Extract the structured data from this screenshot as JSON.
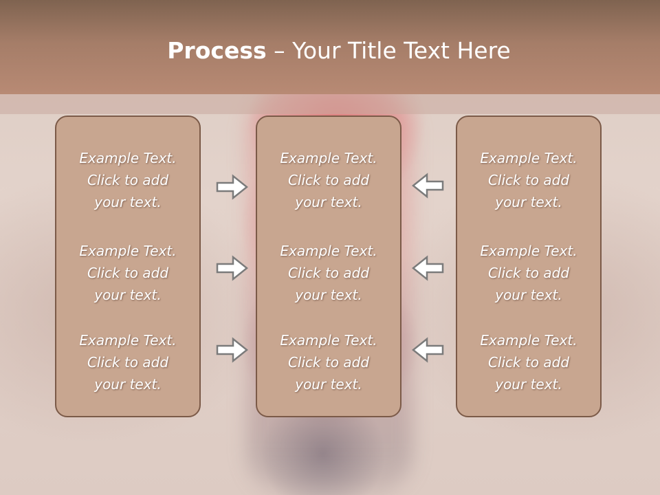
{
  "slide": {
    "title_bold": "Process",
    "title_rest": " – Your Title Text Here"
  },
  "columns": [
    {
      "cells": [
        "Example Text.\nClick  to add\nyour text.",
        "Example Text.\nClick  to add\nyour text.",
        "Example Text.\nClick  to add\nyour text."
      ]
    },
    {
      "cells": [
        "Example Text.\nClick  to add\nyour text.",
        "Example Text.\nClick  to add\nyour text.",
        "Example Text.\nClick  to add\nyour text."
      ]
    },
    {
      "cells": [
        "Example Text.\nClick  to add\nyour text.",
        "Example Text.\nClick  to add\nyour text.",
        "Example Text.\nClick  to add\nyour text."
      ]
    }
  ],
  "arrows": {
    "left_to_center": [
      "arrow-right-icon",
      "arrow-right-icon",
      "arrow-right-icon"
    ],
    "right_to_center": [
      "arrow-left-icon",
      "arrow-left-icon",
      "arrow-left-icon"
    ]
  },
  "colors": {
    "header": "#a57d68",
    "panel_fill": "#c8a690",
    "panel_border": "#7b5a48",
    "text": "#ffffff"
  }
}
